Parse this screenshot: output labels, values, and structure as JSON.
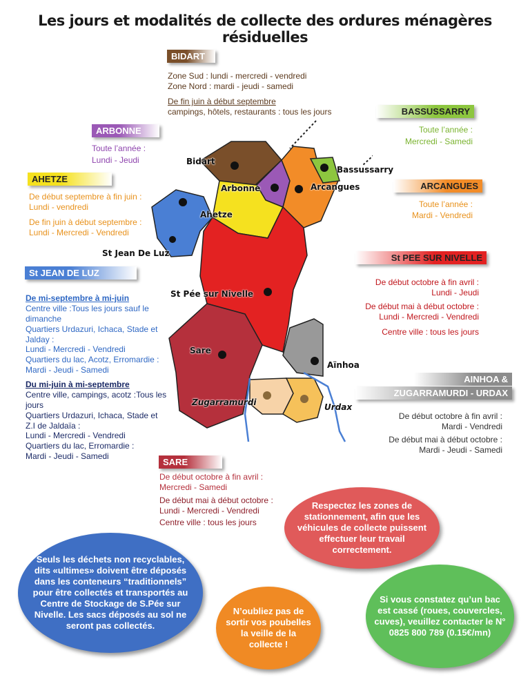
{
  "title": "Les jours et modalités de collecte des ordures ménagères résiduelles",
  "colors": {
    "bidart": "#7a4f2a",
    "bassussarry": "#8dc63f",
    "arbonne": "#9b59b6",
    "ahetze": "#f5e11f",
    "arcangues": "#f28c28",
    "stpee": "#e32222",
    "stjean": "#4a7fd4",
    "ainhoa": "#999999",
    "sare": "#b5303c",
    "zugarramurdi": "#f7d3a8",
    "urdax": "#f6c15a"
  },
  "bidart": {
    "name": "BIDART",
    "line1": "Zone Sud : lundi - mercredi - vendredi",
    "line2": "Zone Nord : mardi - jeudi - samedi",
    "line3": "De fin juin à début septembre",
    "line4": "campings, hôtels, restaurants : tous les jours"
  },
  "bassussarry": {
    "name": "BASSUSSARRY",
    "line1": "Toute l’année :",
    "line2": "Mercredi - Samedi"
  },
  "arbonne": {
    "name": "ARBONNE",
    "line1": "Toute l’année :",
    "line2": "Lundi - Jeudi"
  },
  "ahetze": {
    "name": "AHETZE",
    "line1": "De début septembre à fin juin :",
    "line2": "Lundi - vendredi",
    "line3": "De fin juin à début septembre :",
    "line4": "Lundi - Mercredi - Vendredi"
  },
  "arcangues": {
    "name": "ARCANGUES",
    "line1": "Toute l’année :",
    "line2": "Mardi - Vendredi"
  },
  "stpee": {
    "name": "St PEE SUR NIVELLE",
    "line1": "De début octobre à fin avril :",
    "line2": "Lundi - Jeudi",
    "line3": "De début mai à début octobre :",
    "line4": "Lundi - Mercredi - Vendredi",
    "line5": "Centre ville : tous les jours"
  },
  "stjean": {
    "name": "St JEAN DE LUZ",
    "h1": "De mi-septembre à mi-juin",
    "b1": "Centre ville :Tous les jours sauf le dimanche",
    "b2": "Quartiers Urdazuri, Ichaca, Stade et Jalday :",
    "b3": "Lundi - Mercredi - Vendredi",
    "b4": "Quartiers du lac, Acotz, Erromardie :",
    "b5": "Mardi - Jeudi - Samedi",
    "h2": "Du mi-juin à mi-septembre",
    "c1": "Centre ville, campings, acotz :Tous les jours",
    "c2": "Quartiers Urdazuri, Ichaca, Stade et Z.I de Jaldaïa :",
    "c3": "Lundi - Mercredi - Vendredi",
    "c4": "Quartiers du lac, Erromardie :",
    "c5": "Mardi - Jeudi - Samedi"
  },
  "ainhoa": {
    "name1": "AINHOA &",
    "name2": "ZUGARRAMURDI - URDAX",
    "line1": "De début octobre à fin avril :",
    "line2": "Mardi - Vendredi",
    "line3": "De début mai à début  octobre :",
    "line4": "Mardi - Jeudi - Samedi"
  },
  "sare": {
    "name": "SARE",
    "line1": "De début octobre à fin avril :",
    "line2": "Mercredi - Samedi",
    "line3": "De début mai à début octobre :",
    "line4": "Lundi - Mercredi - Vendredi",
    "line5": "Centre ville : tous les jours"
  },
  "map_labels": {
    "bidart": "Bidart",
    "bassussarry": "Bassussarry",
    "arbonne": "Arbonne",
    "arcangues": "Arcangues",
    "ahetze": "Ahetze",
    "stjean": "St Jean De Luz",
    "stpee": "St Pée sur Nivelle",
    "sare": "Sare",
    "ainhoa": "Aïnhoa",
    "zugarramurdi": "Zugarramurdi",
    "urdax": "Urdax"
  },
  "bubbles": {
    "parking": "Respectez les zones de stationnement, afin que les véhicules de collecte puissent effectuer leur travail correctement.",
    "ultimes": "Seuls les déchets non recyclables, dits «ultimes» doivent être déposés dans les conteneurs “traditionnels” pour être collectés et transportés au Centre de Stockage de S.Pée sur Nivelle. Les sacs déposés au sol ne seront pas collectés.",
    "veille": "N’oubliez pas de sortir vos poubelles la veille de la collecte !",
    "bac": "Si vous constatez qu’un bac est cassé (roues, couvercles, cuves), veuillez contacter le N° 0825 800 789 (0.15€/mn)"
  }
}
